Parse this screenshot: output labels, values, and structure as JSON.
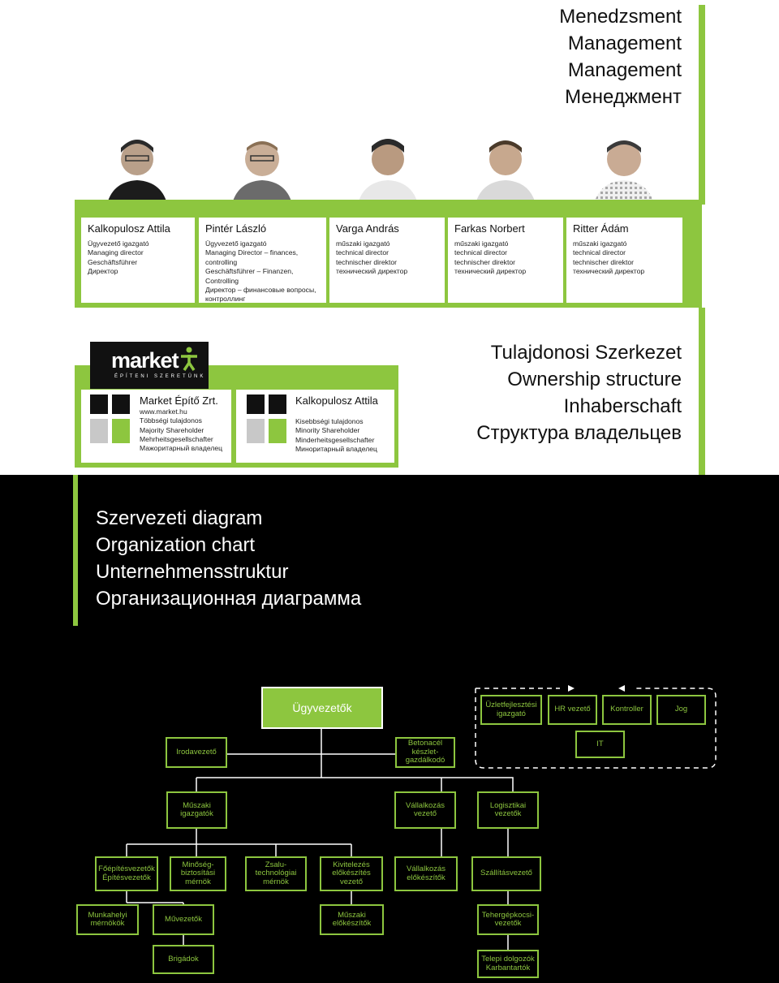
{
  "management": {
    "titles": [
      "Menedzsment",
      "Management",
      "Management",
      "Менеджмент"
    ],
    "people": [
      {
        "name": "Kalkopulosz Attila",
        "lines": [
          "Ügyvezető igazgató",
          "Managing director",
          "Geschäftsführer",
          "Директор"
        ]
      },
      {
        "name": "Pintér László",
        "lines": [
          "Ügyvezető igazgató",
          "Managing Director – finances,",
          "controlling",
          "Geschäftsführer – Finanzen,",
          "Controlling",
          "Директор – финансовые вопросы,",
          "контроллинг"
        ]
      },
      {
        "name": "Varga András",
        "lines": [
          "műszaki igazgató",
          "technical director",
          "technischer direktor",
          "технический директор"
        ]
      },
      {
        "name": "Farkas Norbert",
        "lines": [
          "műszaki igazgató",
          "technical director",
          "technischer direktor",
          "технический директор"
        ]
      },
      {
        "name": "Ritter Ádám",
        "lines": [
          "műszaki igazgató",
          "technical director",
          "technischer direktor",
          "технический директор"
        ]
      }
    ]
  },
  "ownership": {
    "logo": {
      "word": "market",
      "sub": "ÉPÍTENI SZERETÜNK"
    },
    "owners": [
      {
        "name": "Market Építő Zrt.",
        "lines": [
          "www.market.hu",
          "Többségi tulajdonos",
          "Majority Shareholder",
          "Mehrheitsgesellschafter",
          "Мажоритарный владелец"
        ]
      },
      {
        "name": "Kalkopulosz Attila",
        "lines": [
          "Kisebbségi tulajdonos",
          "Minority Shareholder",
          "Minderheitsgesellschafter",
          "Миноритарный владелец"
        ]
      }
    ],
    "titles": [
      "Tulajdonosi Szerkezet",
      "Ownership structure",
      "Inhaberschaft",
      "Структура владельцев"
    ]
  },
  "org": {
    "titles": [
      "Szervezeti diagram",
      "Organization chart",
      "Unternehmensstruktur",
      "Организационная диаграмма"
    ],
    "nodes": {
      "ugyvezetok": "Ügyvezetők",
      "uzletfejlesztesi": "Üzletfejlesztési igazgató",
      "hr": "HR vezető",
      "kontroller": "Kontroller",
      "jog": "Jog",
      "irodavezeto": "Irodavezető",
      "betonacel": "Betonacél készlet-gazdálkodó",
      "it": "IT",
      "muszaki_igazgatok": "Műszaki igazgatók",
      "vallalkozas_vezeto": "Vállalkozás vezető",
      "logisztikai": "Logisztikai vezetők",
      "foepitesvezetok": "Főépítésvezetők Építésvezetők",
      "minoseg": "Minőség-biztosítási mérnök",
      "zsalu": "Zsalu-technológiai mérnök",
      "kivitelezes": "Kivitelezés előkészítés vezető",
      "vallalkozas_elokeszitok": "Vállalkozás előkészítők",
      "szallitasvezeto": "Szállításvezető",
      "munkahelyi": "Munkahelyi mérnökök",
      "muvezetok": "Művezetők",
      "muszaki_elokeszitok": "Műszaki előkészítők",
      "tehergepkocsi": "Tehergépkocsi-vezetők",
      "brigadok": "Brigádok",
      "telepi": "Telepi dolgozók Karbantartók"
    }
  },
  "colors": {
    "accent": "#8dc63f",
    "dark": "#000000",
    "logo_bg": "#111111"
  }
}
